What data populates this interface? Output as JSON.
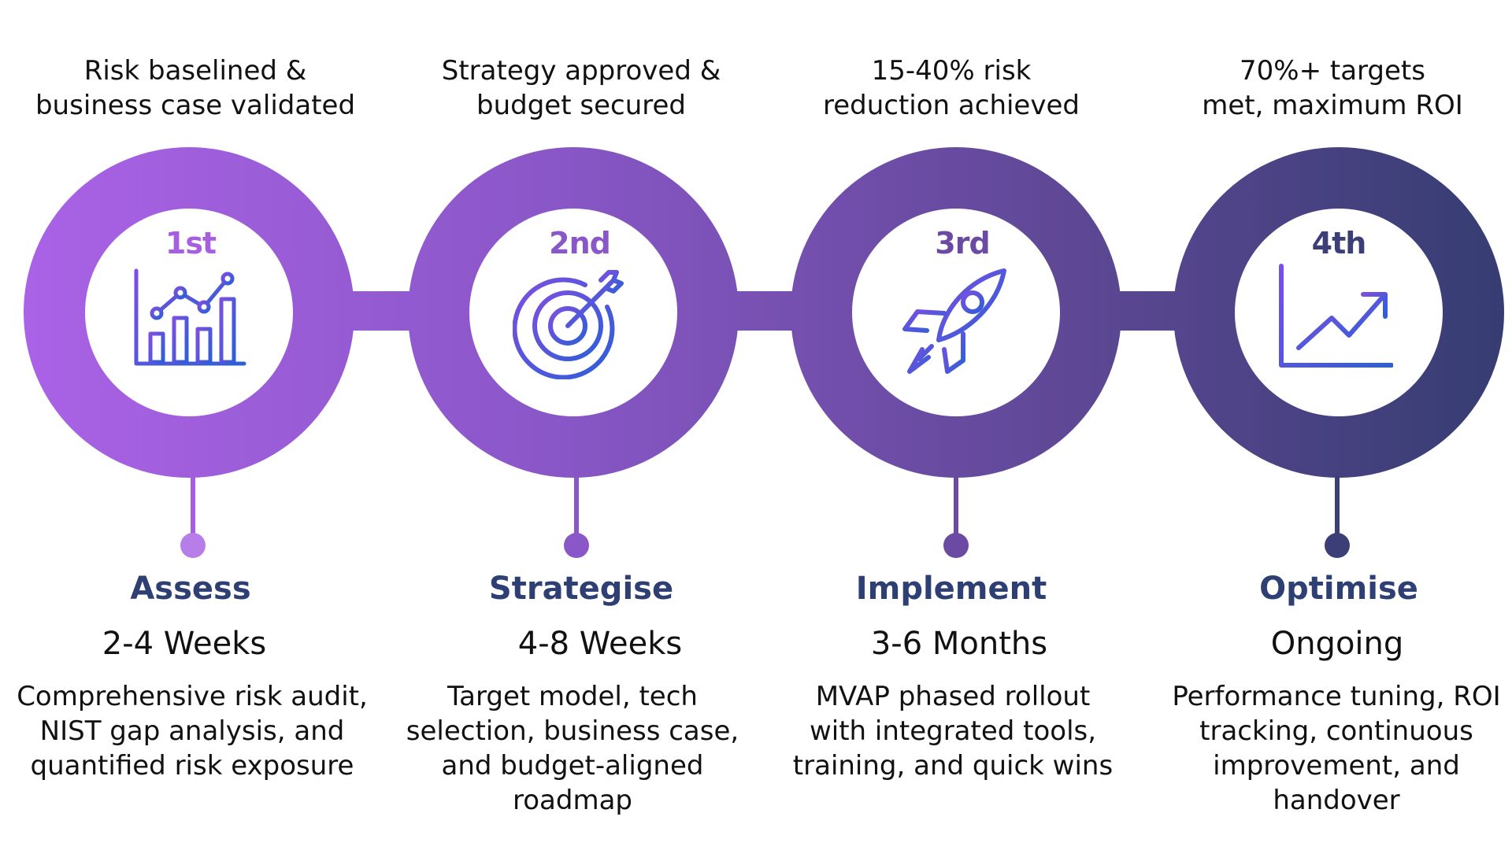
{
  "accent_colors": [
    "#a65fe0",
    "#8a57c8",
    "#6a4aa2",
    "#3c3f77"
  ],
  "heading_color": "#2e3f73",
  "stages": [
    {
      "ordinal": "1st",
      "outcome": "Risk baselined &\nbusiness case validated",
      "icon": "bar-chart-trend-icon",
      "phase": "Assess",
      "duration": "2-4 Weeks",
      "description": "Comprehensive risk audit,\nNIST gap analysis, and\nquantified risk exposure"
    },
    {
      "ordinal": "2nd",
      "outcome": "Strategy approved &\nbudget secured",
      "icon": "target-arrow-icon",
      "phase": "Strategise",
      "duration": "4-8 Weeks",
      "description": "Target model, tech\nselection, business case,\nand budget-aligned\nroadmap"
    },
    {
      "ordinal": "3rd",
      "outcome": "15-40% risk\nreduction achieved",
      "icon": "rocket-icon",
      "phase": "Implement",
      "duration": "3-6 Months",
      "description": "MVAP phased rollout\nwith integrated tools,\ntraining, and quick wins"
    },
    {
      "ordinal": "4th",
      "outcome": "70%+ targets\nmet, maximum ROI",
      "icon": "growth-chart-icon",
      "phase": "Optimise",
      "duration": "Ongoing",
      "description": "Performance tuning, ROI\ntracking, continuous\nimprovement, and\nhandover"
    }
  ]
}
